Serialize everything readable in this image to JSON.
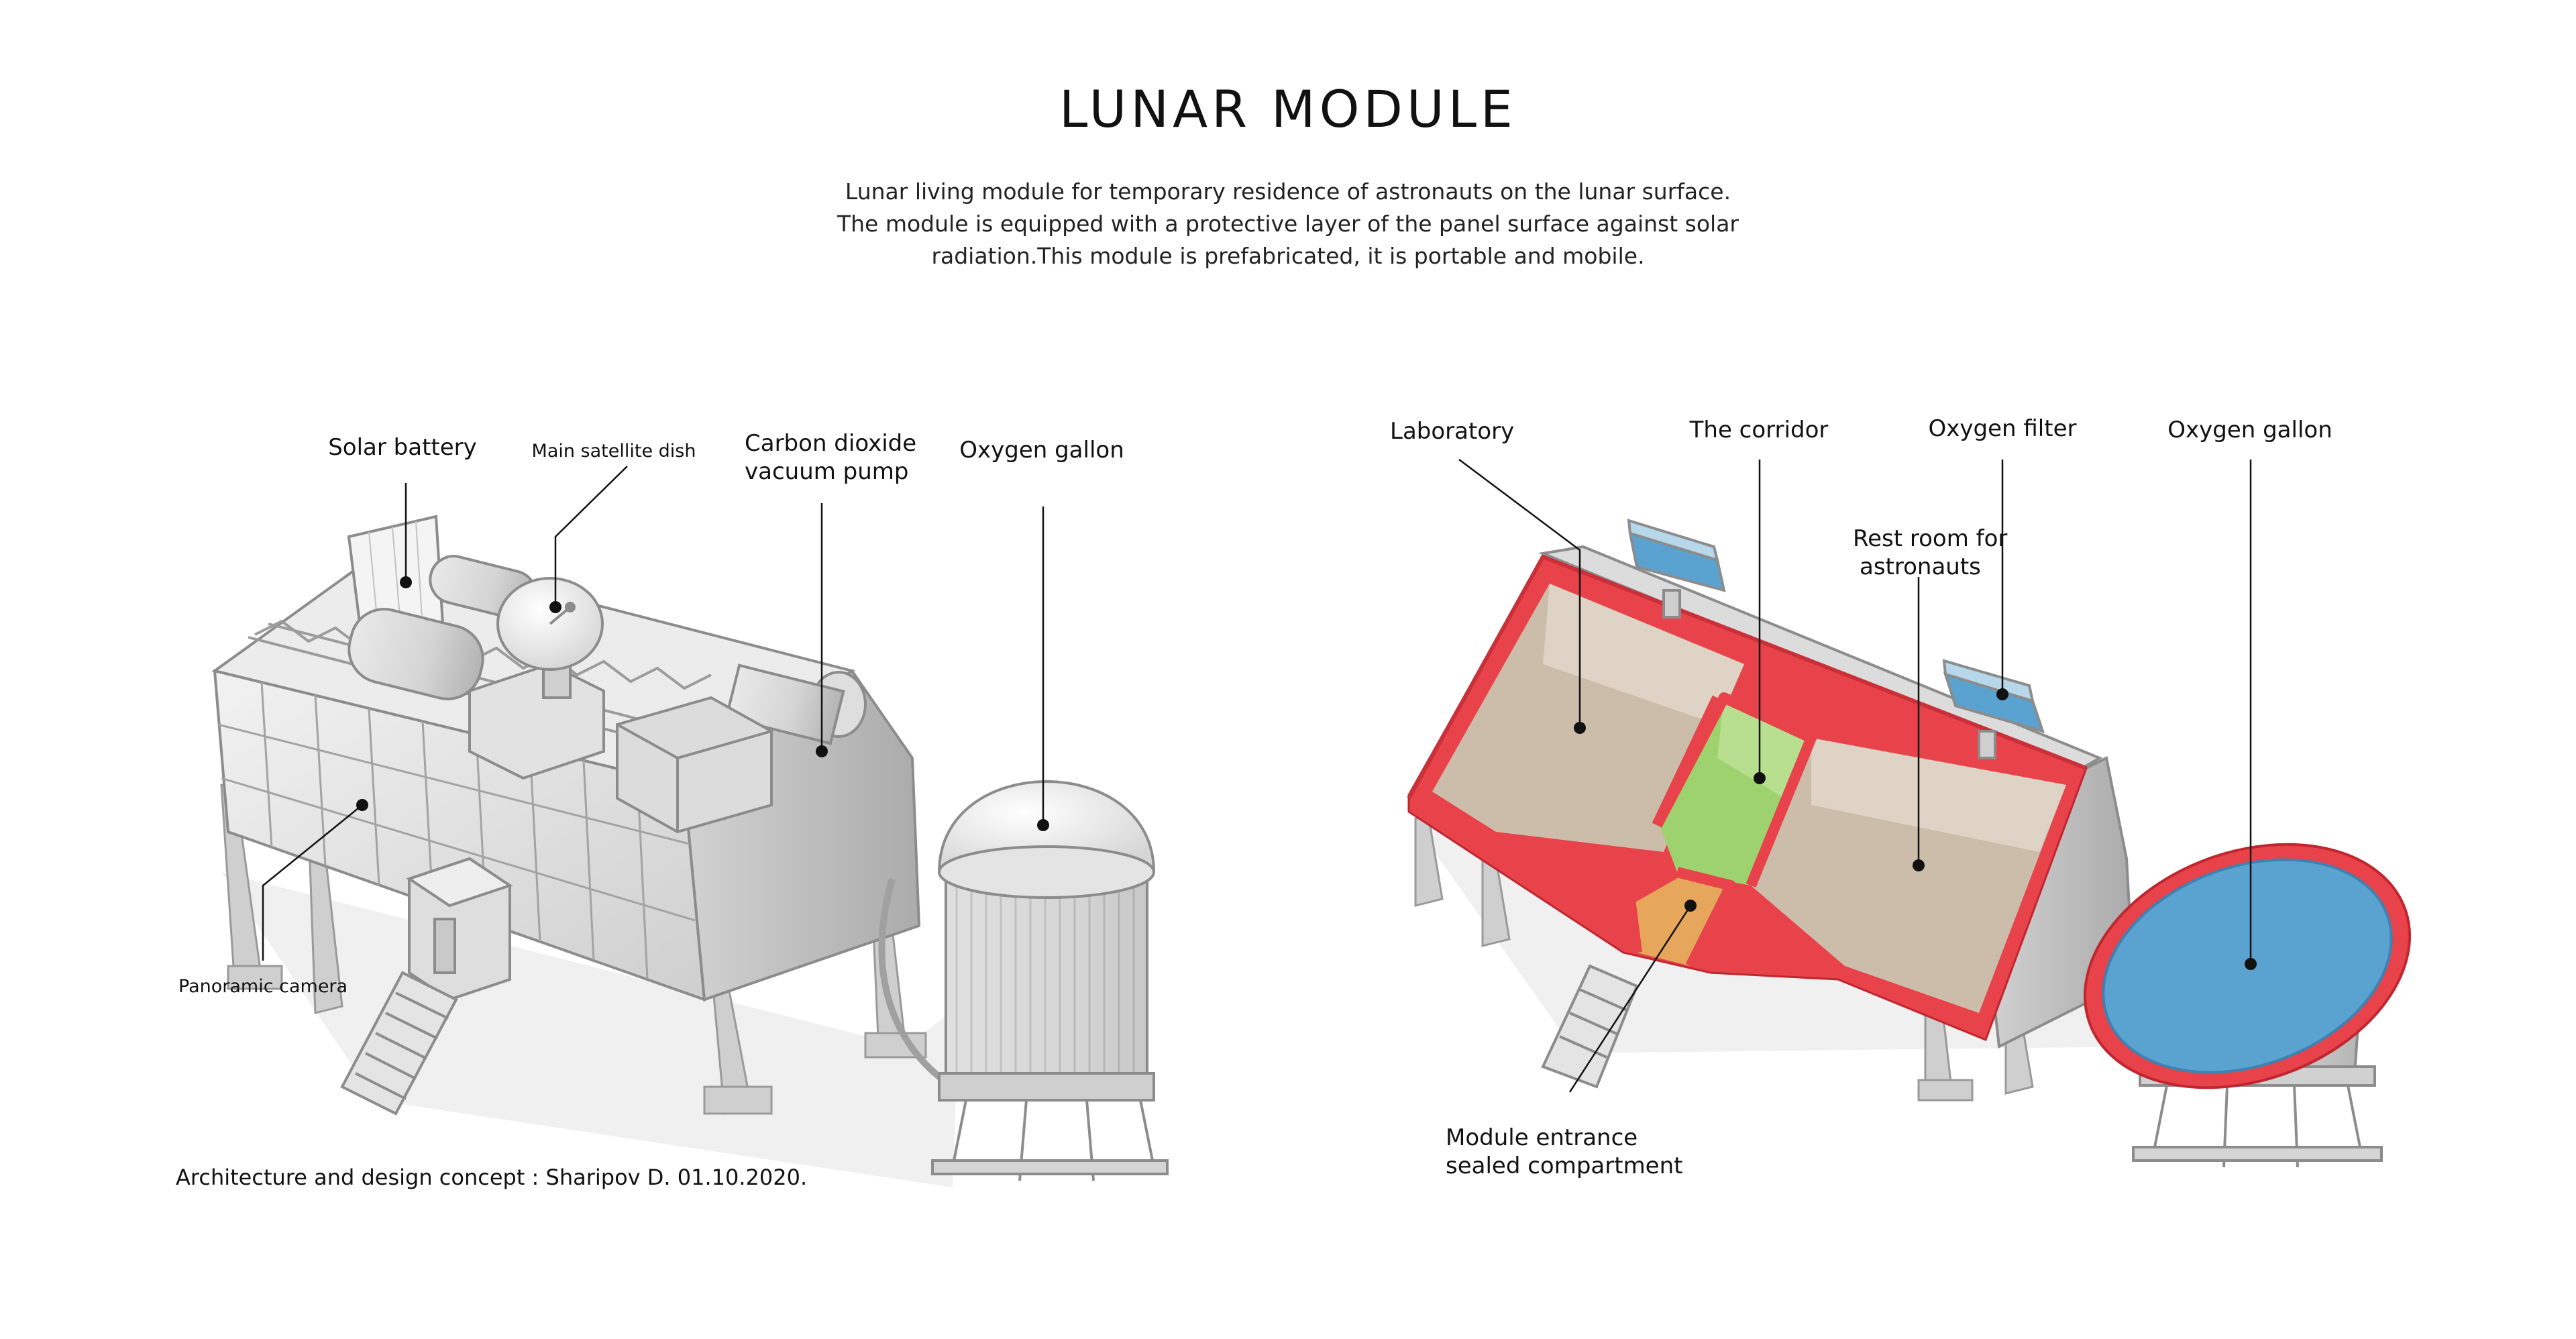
{
  "title": "LUNAR MODULE",
  "description": [
    "Lunar living module for temporary residence of astronauts on the lunar surface.",
    "The module is equipped with a protective layer of the panel surface against solar",
    "radiation.This module is prefabricated, it is portable and mobile."
  ],
  "left_labels": {
    "solar_battery": "Solar battery",
    "satellite_dish": "Main satellite dish",
    "co2_pump": [
      "Carbon dioxide",
      "vacuum pump"
    ],
    "oxygen_gallon": "Oxygen gallon",
    "panoramic_camera": "Panoramic camera"
  },
  "right_labels": {
    "laboratory": "Laboratory",
    "corridor": "The corridor",
    "oxygen_filter": "Oxygen filter",
    "oxygen_gallon": "Oxygen gallon",
    "rest_room": [
      "Rest room for",
      "astronauts"
    ],
    "entrance": [
      "Module entrance",
      "sealed compartment"
    ]
  },
  "credit": "Architecture and design concept : Sharipov D. 01.10.2020.",
  "colors": {
    "shell": "#e3e3e3",
    "shell_dark": "#b9b9b9",
    "section_cut": "#e8424a",
    "room_floor": "#cbbdaa",
    "corridor": "#9ed26e",
    "entrance": "#e6a65c",
    "oxygen_top": "#5aa2d0"
  }
}
